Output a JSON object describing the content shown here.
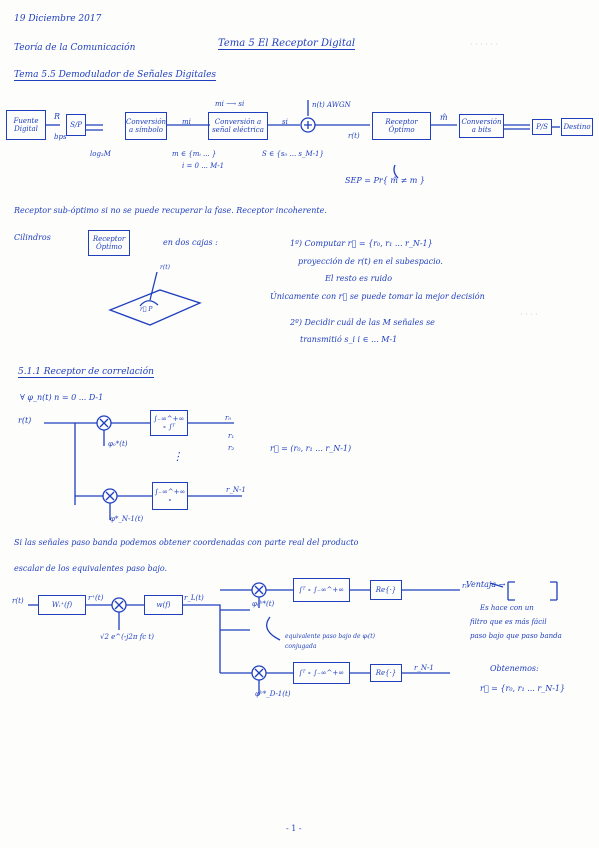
{
  "header": {
    "date": "19 Diciembre 2017",
    "subject": "Teoría de la Comunicación",
    "topic": "Tema 5  El Receptor Digital",
    "section": "Tema 5.5 Demodulador de Señales Digitales"
  },
  "diagram1": {
    "source": "Fuente Digital",
    "r_label": "R",
    "bps": "bps",
    "sp": "S/P",
    "conv_symbol": "Conversión a símbolo",
    "m_label": "mi",
    "conv_signal": "Conversión a señal eléctrica",
    "mi_top": "mi ⟶ si",
    "si_label": "si",
    "noise": "n(t) AWGN",
    "rt": "r(t)",
    "receiver": "Receptor Óptimo",
    "mhat": "m̂",
    "conv_bits": "Conversión a bits",
    "ps": "P/S",
    "dest": "Destino",
    "log2m": "log₂M",
    "mi_set": "m ∈ {mᵢ ... }",
    "i_range": "i = 0 ... M-1",
    "si_set": "S ∈ {s₀ ... s_M-1}",
    "sep": "SEP = Pr{ m̂ ≠ m }"
  },
  "notes": {
    "suboptimal": "Receptor sub-óptimo  si no se puede recuperar la fase.  Receptor incoherente.",
    "cinder_label": "Cilindros",
    "receiver_box": "Receptor Óptimo",
    "two_boxes": "en dos cajas :",
    "step1_a": "1º)  Computar  r⃗ = {r₀, r₁ ... r_N-1}",
    "step1_b": "proyección  de  r(t)  en  el  subespacio.",
    "step1_c": "El resto es ruido",
    "step1_d": "Únicamente con r⃗ se puede tomar la mejor decisión",
    "step2_a": "2º)  Decidir  cuál  de  las  M  señales  se",
    "step2_b": "transmitió   s_i  i ∈ ... M-1",
    "sketch_r": "r(t)",
    "sketch_p": "r⃗ P"
  },
  "section511": {
    "title": "5.1.1  Receptor de correlación",
    "basis": "∀ φ_n(t)   n = 0 ... D-1",
    "rt": "r(t)",
    "phi0": "φ₀*(t)",
    "phiN": "φ*_N-1(t)",
    "int_top": "∫₋∞^+∞ ∘ ∫ᵀ",
    "int_bot": "∫₋∞^+∞ ∘",
    "r0": "r₀",
    "r1": "r₁",
    "r2": "r₂",
    "rn": "r_N-1",
    "rvec": "r⃗ = (r₀, r₁ ... r_N-1)",
    "dots": "⋮"
  },
  "passband": {
    "line1": "Si las señales paso banda podemos obtener coordenadas con parte real del producto",
    "line2": "escalar de los equivalentes paso bajo.",
    "rt": "r(t)",
    "hilbert": "Wᵢ⁺(f)",
    "rplus": "r⁺(t)",
    "w": "w(f)",
    "rlp": "r_L(t)",
    "exp": "√2 e^(-j2π fc t)",
    "int": "∫ᵀ ∘ ∫₋∞^+∞",
    "phi0b": "φ₀ᵇ*(t)",
    "phiNb": "φᵇ*_D-1(t)",
    "re": "Re{·}",
    "r0": "r₀",
    "rn": "r_N-1",
    "equiv": "equivalente paso bajo de φᵢ(t) conjugada",
    "adv_label": "Ventaja →",
    "adv_text1": "Es hace con un",
    "adv_text2": "filtro que es más fácil",
    "adv_text3": "paso bajo que paso banda",
    "obtain": "Obtenemos:",
    "result": "r⃗ = {r₀, r₁ ... r_N-1}"
  },
  "footer": {
    "page": "- 1 -"
  }
}
